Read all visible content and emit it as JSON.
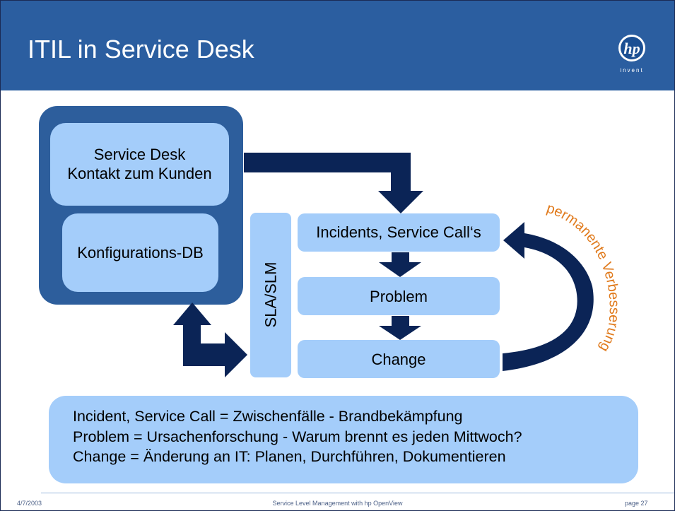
{
  "slide": {
    "title": "ITIL in Service Desk",
    "logo": {
      "icon": "hp-logo-icon",
      "tagline": "invent"
    }
  },
  "left_panel": {
    "service_desk": [
      "Service Desk",
      "Kontakt zum Kunden"
    ],
    "config_db": "Konfigurations-DB"
  },
  "sla": "SLA/SLM",
  "flow": {
    "incidents": "Incidents, Service Call‘s",
    "problem": "Problem",
    "change": "Change"
  },
  "cycle_label": "permanente Verbesserung",
  "notes": [
    "Incident, Service Call = Zwischenfälle - Brandbekämpfung",
    "Problem = Ursachenforschung - Warum brennt es jeden Mittwoch?",
    "Change = Änderung an IT: Planen, Durchführen, Dokumentieren"
  ],
  "footer": {
    "date": "4/7/2003",
    "center": "Service Level Management with hp OpenView",
    "page": "page 27"
  },
  "colors": {
    "header": "#2b5ea0",
    "box": "#a4cdfa",
    "panel": "#2d5e9c",
    "arrow": "#0b2456",
    "accent": "#e07a1c"
  }
}
